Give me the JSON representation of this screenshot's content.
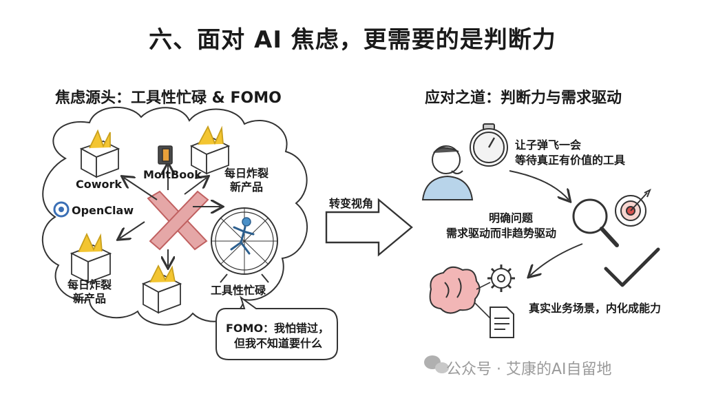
{
  "title": "六、面对 AI 焦虑，更需要的是判断力",
  "left": {
    "heading": "焦虑源头：工具性忙碌 & FOMO",
    "items": {
      "cowork": "Cowork",
      "moltbook": "MoltBook",
      "openclaw": "OpenClaw",
      "new_product_top": [
        "每日炸裂",
        "新产品"
      ],
      "new_product_left": [
        "每日炸裂",
        "新产品"
      ],
      "tool_busy": "工具性忙碌"
    },
    "fomo_bubble": [
      "FOMO：我怕错过，",
      "但我不知道要什么"
    ]
  },
  "arrow_label": "转变视角",
  "right": {
    "heading": "应对之道：判断力与需求驱动",
    "step1": [
      "让子弹飞一会",
      "等待真正有价值的工具"
    ],
    "step2": [
      "明确问题",
      "需求驱动而非趋势驱动"
    ],
    "step3": "真实业务场景，内化成能力"
  },
  "watermark": "公众号 · 艾康的AI自留地",
  "colors": {
    "ink": "#222222",
    "cross": "#e5a7a7",
    "box_glow": "#f3c531",
    "target_red": "#d9534f",
    "brain": "#f2b6b6",
    "person_shirt": "#b8d4ea",
    "wheel_runner": "#4a90c8",
    "watermark": "#9a9a9a"
  }
}
